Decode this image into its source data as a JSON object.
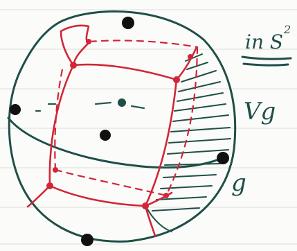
{
  "labels": {
    "space": "in S",
    "space_exponent": "2",
    "neighborhood": "Vg",
    "geodesic": "g"
  },
  "colors": {
    "ink": "#1f4f47",
    "cube": "#d12637",
    "paper": "#fbfbfa",
    "rule": "#dcdcd6"
  }
}
